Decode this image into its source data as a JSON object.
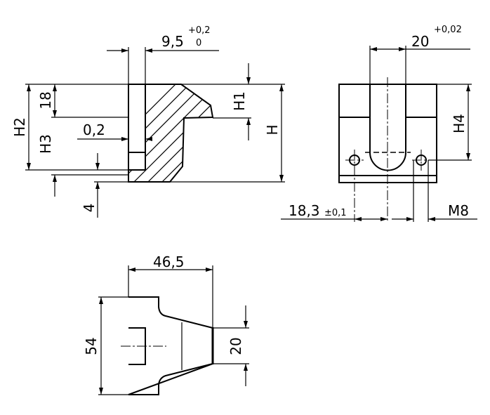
{
  "side_view": {
    "width_dim": "9,5",
    "width_tol_upper": "+0,2",
    "width_tol_lower": "0",
    "gap_dim": "0,2",
    "dim_18": "18",
    "h1": "H1",
    "h2": "H2",
    "h3": "H3",
    "h": "H",
    "dim_4": "4"
  },
  "front_view": {
    "slot_dim": "20",
    "slot_tol": "+0,02",
    "h4": "H4",
    "hole_spacing": "18,3",
    "hole_spacing_tol": "±0,1",
    "thread": "M8"
  },
  "top_view": {
    "length_dim": "46,5",
    "height_dim": "54",
    "neck_dim": "20"
  }
}
